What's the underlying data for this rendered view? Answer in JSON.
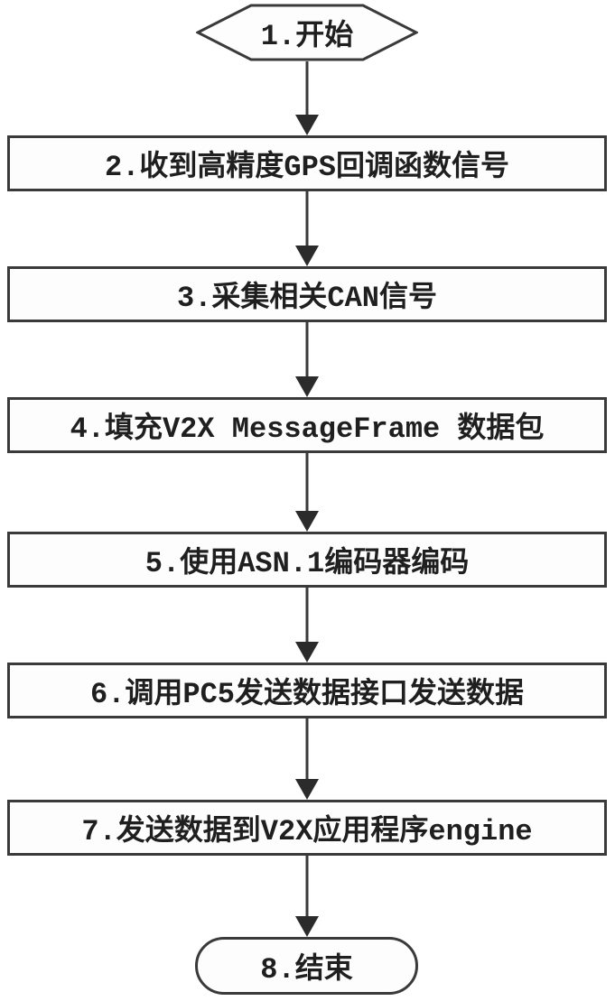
{
  "flowchart": {
    "colors": {
      "background": "#ffffff",
      "node_fill": "#fdfdfd",
      "stroke": "#3a3a3a",
      "arrow": "#2b2b2b",
      "text": "#1f1f1f"
    },
    "nodes": [
      {
        "id": "start",
        "shape": "hexagon",
        "label": "1.开始"
      },
      {
        "id": "step-2",
        "shape": "rect",
        "label": "2.收到高精度GPS回调函数信号"
      },
      {
        "id": "step-3",
        "shape": "rect",
        "label": "3.采集相关CAN信号"
      },
      {
        "id": "step-4",
        "shape": "rect",
        "label": "4.填充V2X MessageFrame 数据包"
      },
      {
        "id": "step-5",
        "shape": "rect",
        "label": "5.使用ASN.1编码器编码"
      },
      {
        "id": "step-6",
        "shape": "rect",
        "label": "6.调用PC5发送数据接口发送数据"
      },
      {
        "id": "step-7",
        "shape": "rect",
        "label": "7.发送数据到V2X应用程序engine"
      },
      {
        "id": "end",
        "shape": "stadium",
        "label": "8.结束"
      }
    ],
    "connections": [
      {
        "from": "start",
        "to": "step-2"
      },
      {
        "from": "step-2",
        "to": "step-3"
      },
      {
        "from": "step-3",
        "to": "step-4"
      },
      {
        "from": "step-4",
        "to": "step-5"
      },
      {
        "from": "step-5",
        "to": "step-6"
      },
      {
        "from": "step-6",
        "to": "step-7"
      },
      {
        "from": "step-7",
        "to": "end"
      }
    ]
  }
}
